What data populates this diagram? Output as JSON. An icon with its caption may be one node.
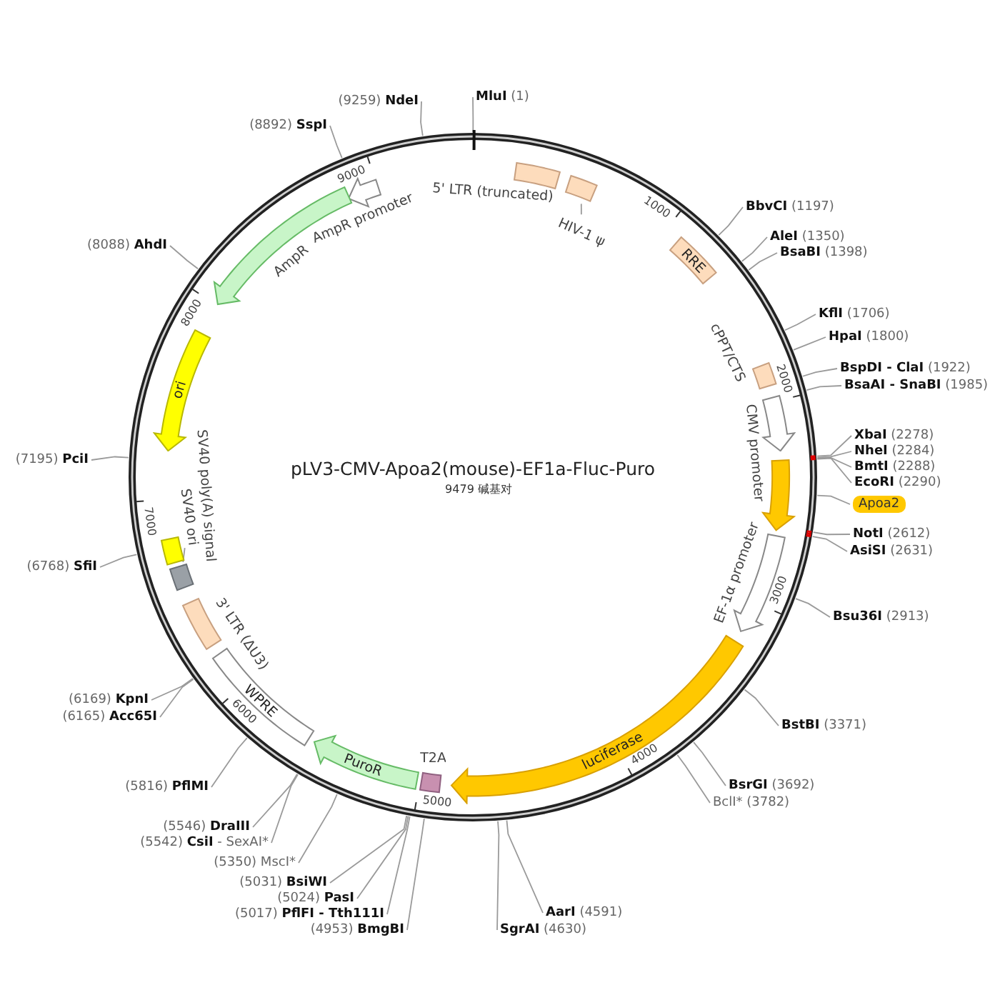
{
  "diagram": {
    "title": "pLV3-CMV-Apoa2(mouse)-EF1a-Fluc-Puro",
    "nodes": [
      {
        "text": [],
        "shape": "circle"
      },
      {
        "text": [
          "AmpR promoter"
        ],
        "in": 0
      },
      {
        "text": [
          "5' LTR (truncated)"
        ],
        "in": 0
      },
      {
        "text": [
          "HIV-1 ψ"
        ],
        "in": 0
      },
      {
        "text": [],
        "shape": "box",
        "in": 0
      },
      {
        "text": [
          "RRE"
        ],
        "in": 0
      },
      {
        "text": [
          "cPPT/CTS"
        ],
        "in": 0
      },
      {
        "text": [
          "CMV promoter"
        ],
        "in": 0
      },
      {
        "text": [],
        "shape": "arrow",
        "in": 0
      },
      {
        "text": [
          "EF-1α promoter"
        ],
        "in": 0
      },
      {
        "text": [
          "luciferase"
        ],
        "in": 0
      },
      {
        "text": [
          "T2A"
        ],
        "in": 0
      },
      {
        "text": [
          "PuroR"
        ],
        "in": 0
      },
      {
        "text": [
          "WPRE"
        ],
        "in": 0
      },
      {
        "text": [
          "3' LTR (ΔU3)"
        ],
        "in": 0
      },
      {
        "text": [
          "SV40 ori"
        ],
        "in": 0
      },
      {
        "text": [],
        "shape": "box",
        "in": 0
      },
      {
        "text": [
          "SV40 poly(A) signal"
        ],
        "in": 0
      },
      {
        "text": [
          "ori"
        ],
        "in": 0
      },
      {
        "text": [
          "AmpR"
        ],
        "in": 0
      },
      {
        "text": [
          "**MluI** (1)"
        ]
      },
      {
        "text": [
          "**BbvCI** (1197)"
        ]
      },
      {
        "text": [
          "**AleI** (1350)"
        ]
      },
      {
        "text": [
          "**BsaBI** (1398)"
        ]
      },
      {
        "text": [
          "**KflI** (1706)"
        ]
      },
      {
        "text": [
          "**HpaI** (1800)"
        ]
      },
      {
        "text": [
          "**BspDI - ClaI** (1922)"
        ]
      },
      {
        "text": [
          "**BsaAI - SnaBI** (1985)"
        ]
      },
      {
        "text": [
          "**XbaI** (2278)"
        ]
      },
      {
        "text": [
          "**NheI** (2284)"
        ]
      },
      {
        "text": [
          "**BmtI** (2288)"
        ]
      },
      {
        "text": [
          "**EcoRI** (2290)"
        ]
      },
      {
        "text": [
          "Apoa2"
        ]
      },
      {
        "text": [
          "**NotI** (2612)"
        ]
      },
      {
        "text": [
          "**AsiSI** (2631)"
        ]
      },
      {
        "text": [
          "**Bsu36I** (2913)"
        ]
      },
      {
        "text": [
          "**BstBI** (3371)"
        ]
      },
      {
        "text": [
          "**BsrGI** (3692)"
        ]
      },
      {
        "text": [
          "BclI* (3782)"
        ]
      },
      {
        "text": [
          "**AarI** (4591)"
        ]
      },
      {
        "text": [
          "**SgrAI** (4630)"
        ]
      },
      {
        "text": [
          "(4953) **BmgBI**"
        ]
      },
      {
        "text": [
          "(5017) **PflFI - Tth111I**"
        ]
      },
      {
        "text": [
          "(5024) **PasI**"
        ]
      },
      {
        "text": [
          "(5031) **BsiWI**"
        ]
      },
      {
        "text": [
          "(5350) MscI*"
        ]
      },
      {
        "text": [
          "(5542) **CsiI** - SexAI*"
        ]
      },
      {
        "text": [
          "(5546) **DraIII**"
        ]
      },
      {
        "text": [
          "(5816) **PflMI**"
        ]
      },
      {
        "text": [
          "(6165) **Acc65I**"
        ]
      },
      {
        "text": [
          "(6169) **KpnI**"
        ]
      },
      {
        "text": [
          "(6768) **SfiI**"
        ]
      },
      {
        "text": [
          "(7195) **PciI**"
        ]
      },
      {
        "text": [
          "(8088) **AhdI**"
        ]
      },
      {
        "text": [
          "(8892) **SspI**"
        ]
      },
      {
        "text": [
          "(9259) **NdeI**"
        ]
      }
    ],
    "edges": [
      {
        "from": 3,
        "to": 4,
        "arrow": "none"
      },
      {
        "from": 15,
        "to": 16,
        "arrow": "none"
      },
      {
        "from": 20,
        "to": 0,
        "arrow": "none"
      },
      {
        "from": 21,
        "to": 0,
        "arrow": "none"
      },
      {
        "from": 22,
        "to": 0,
        "arrow": "none"
      },
      {
        "from": 23,
        "to": 0,
        "arrow": "none"
      },
      {
        "from": 24,
        "to": 0,
        "arrow": "none"
      },
      {
        "from": 25,
        "to": 0,
        "arrow": "none"
      },
      {
        "from": 26,
        "to": 0,
        "arrow": "none"
      },
      {
        "from": 27,
        "to": 0,
        "arrow": "none"
      },
      {
        "from": 28,
        "to": 0,
        "arrow": "none"
      },
      {
        "from": 29,
        "to": 0,
        "arrow": "none"
      },
      {
        "from": 30,
        "to": 0,
        "arrow": "none"
      },
      {
        "from": 31,
        "to": 0,
        "arrow": "none"
      },
      {
        "from": 32,
        "to": 0,
        "arrow": "none"
      },
      {
        "from": 33,
        "to": 0,
        "arrow": "none"
      },
      {
        "from": 34,
        "to": 0,
        "arrow": "none"
      },
      {
        "from": 35,
        "to": 0,
        "arrow": "none"
      },
      {
        "from": 36,
        "to": 0,
        "arrow": "none"
      },
      {
        "from": 37,
        "to": 0,
        "arrow": "none"
      },
      {
        "from": 38,
        "to": 0,
        "arrow": "none"
      },
      {
        "from": 39,
        "to": 0,
        "arrow": "none"
      },
      {
        "from": 40,
        "to": 0,
        "arrow": "none"
      },
      {
        "from": 41,
        "to": 0,
        "arrow": "none"
      },
      {
        "from": 42,
        "to": 0,
        "arrow": "none"
      },
      {
        "from": 43,
        "to": 0,
        "arrow": "none"
      },
      {
        "from": 44,
        "to": 0,
        "arrow": "none"
      },
      {
        "from": 45,
        "to": 0,
        "arrow": "none"
      },
      {
        "from": 46,
        "to": 0,
        "arrow": "none"
      },
      {
        "from": 47,
        "to": 0,
        "arrow": "none"
      },
      {
        "from": 48,
        "to": 0,
        "arrow": "none"
      },
      {
        "from": 49,
        "to": 0,
        "arrow": "none"
      },
      {
        "from": 50,
        "to": 0,
        "arrow": "none"
      },
      {
        "from": 51,
        "to": 0,
        "arrow": "none"
      },
      {
        "from": 52,
        "to": 0,
        "arrow": "none"
      },
      {
        "from": 53,
        "to": 0,
        "arrow": "none"
      },
      {
        "from": 54,
        "to": 0,
        "arrow": "none"
      },
      {
        "from": 55,
        "to": 0,
        "arrow": "none"
      }
    ],
    "labels": [
      "9479 碱基对",
      "1000",
      "2000",
      "3000",
      "4000",
      "5000",
      "6000",
      "7000",
      "8000",
      "9000"
    ]
  }
}
